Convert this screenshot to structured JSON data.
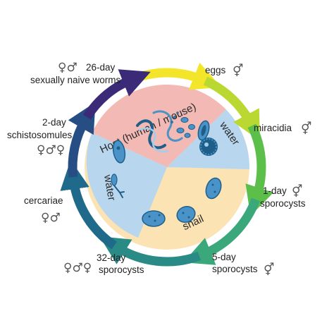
{
  "diagram": {
    "colors": {
      "host": "#f3b9b4",
      "water": "#b8d7ef",
      "snail": "#fbe3b3",
      "organism_dark": "#1e5f8a",
      "organism_mid": "#4a93c8",
      "organism_light": "#9fcfee",
      "ring_purple": "#3a2a78",
      "ring_yellow": "#f3e62a",
      "ring_green": "#5cbf4a",
      "ring_teal": "#2a8a86",
      "ring_navy": "#264d84"
    },
    "sectors": {
      "host": "Host (human / mouse)",
      "water_right": "water",
      "water_left": "water",
      "snail": "snail"
    },
    "stages": [
      {
        "id": "eggs",
        "lines": [
          "eggs"
        ],
        "symbols": "⚥"
      },
      {
        "id": "miracidia",
        "lines": [
          "miracidia"
        ],
        "symbols": "⚥"
      },
      {
        "id": "sporocysts-1d",
        "lines": [
          "1-day",
          "sporocysts"
        ],
        "symbols": "⚥"
      },
      {
        "id": "sporocysts-5d",
        "lines": [
          "5-day",
          "sporocysts"
        ],
        "symbols": "⚥"
      },
      {
        "id": "sporocysts-32d",
        "lines": [
          "32-day",
          "sporocysts"
        ],
        "symbols": "♀♂♀"
      },
      {
        "id": "cercariae",
        "lines": [
          "cercariae"
        ],
        "symbols": "♀♂"
      },
      {
        "id": "schistosomules",
        "lines": [
          "2-day",
          "schistosomules"
        ],
        "symbols": "♀♂♀"
      },
      {
        "id": "naive-worms",
        "lines": [
          "26-day",
          "sexually naive worms"
        ],
        "symbols": "♀♂"
      }
    ]
  }
}
